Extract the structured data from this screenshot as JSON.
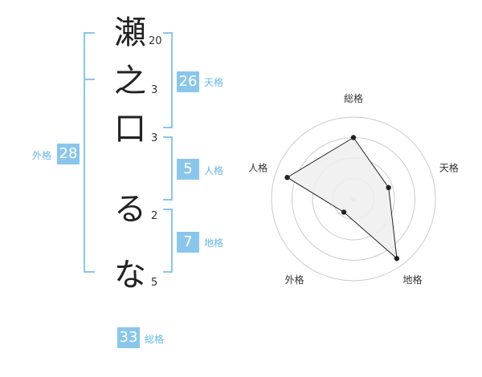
{
  "name": {
    "chars": [
      {
        "char": "瀬",
        "strokes": "20"
      },
      {
        "char": "之",
        "strokes": "3"
      },
      {
        "char": "口",
        "strokes": "3"
      },
      {
        "char": "る",
        "strokes": "2"
      },
      {
        "char": "な",
        "strokes": "5"
      }
    ]
  },
  "kakusu": {
    "tenkaku": {
      "value": "26",
      "label": "天格"
    },
    "jinkaku": {
      "value": "5",
      "label": "人格"
    },
    "chikaku": {
      "value": "7",
      "label": "地格"
    },
    "gaikaku": {
      "value": "28",
      "label": "外格"
    },
    "soukaku": {
      "value": "33",
      "label": "総格"
    }
  },
  "chart_data": {
    "type": "radar",
    "axes": [
      "総格",
      "天格",
      "地格",
      "外格",
      "人格"
    ],
    "values": [
      0.75,
      0.45,
      0.9,
      0.2,
      0.85
    ],
    "max": 1,
    "rings": 4,
    "colors": {
      "fill": "#eeeeee",
      "stroke": "#222222",
      "ring": "#cccccc",
      "center": "#cccccc"
    }
  }
}
